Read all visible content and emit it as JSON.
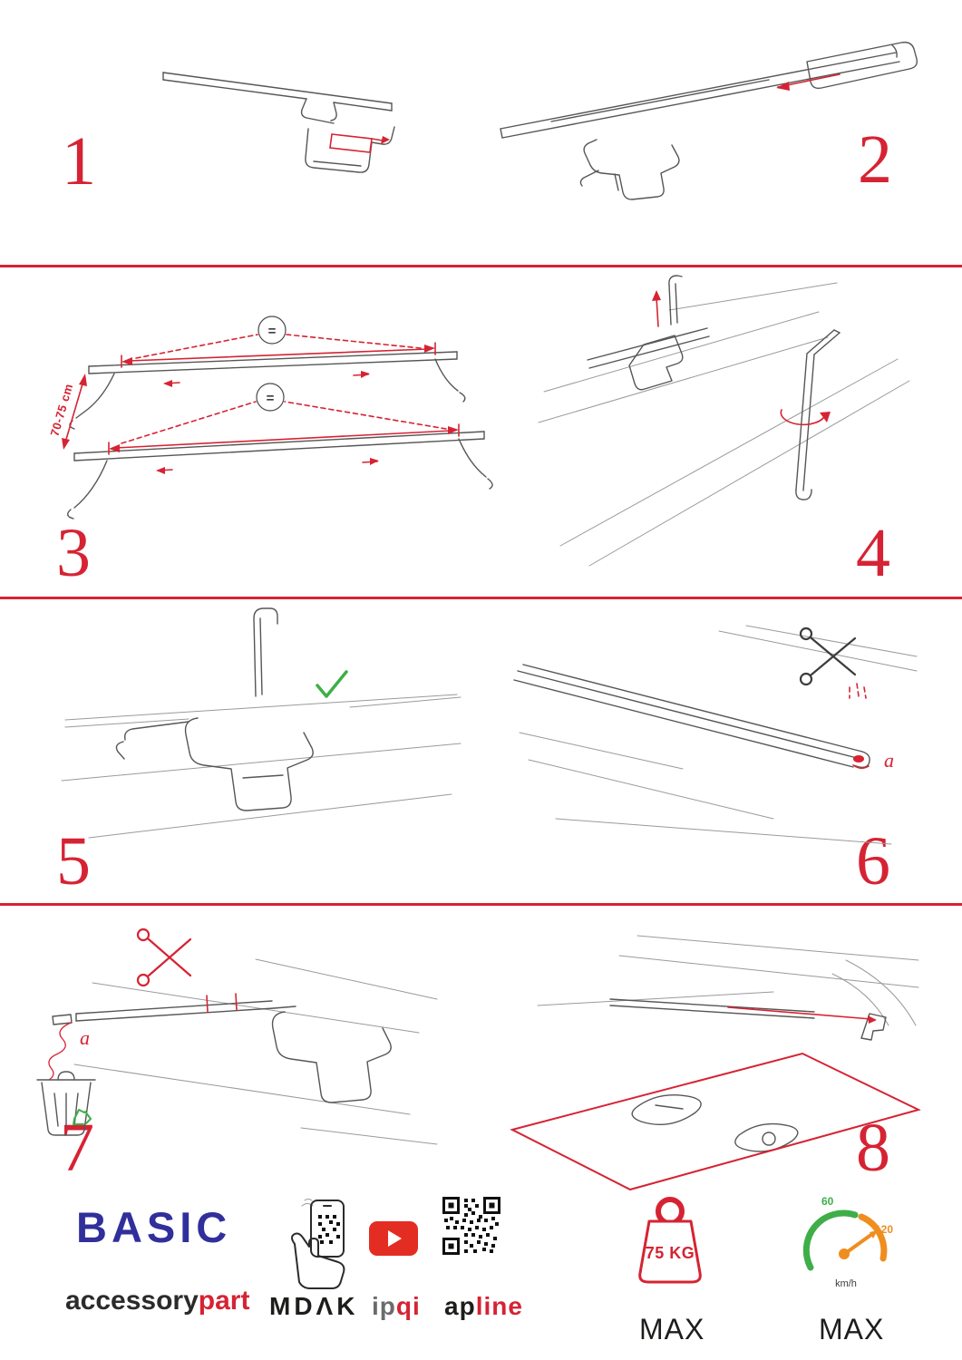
{
  "colors": {
    "red": "#d62333",
    "green": "#3fae49",
    "blue": "#312f9b",
    "orange": "#ef8d1f",
    "ink": "#565656"
  },
  "steps": [
    {
      "number": "1"
    },
    {
      "number": "2"
    },
    {
      "number": "3"
    },
    {
      "number": "4"
    },
    {
      "number": "5"
    },
    {
      "number": "6"
    },
    {
      "number": "7"
    },
    {
      "number": "8"
    }
  ],
  "step3": {
    "equal_symbol": "=",
    "dimension_label": "70-75 cm"
  },
  "step6": {
    "label_a": "a"
  },
  "step7": {
    "label_a": "a"
  },
  "footer": {
    "brand_title": "BASIC",
    "brand_word_dark": "accessory",
    "brand_word_red": "part",
    "partner_mdak": "MDΛK",
    "partner_ipqi_dark": "ip",
    "partner_ipqi_red": "qi",
    "partner_apline_dark": "ap",
    "partner_apline_red": "line",
    "weight_value": "75 KG",
    "weight_max_label": "MAX",
    "speed_min_label": "60",
    "speed_max_value": "120",
    "speed_unit": "km/h",
    "speed_max_label": "MAX"
  }
}
